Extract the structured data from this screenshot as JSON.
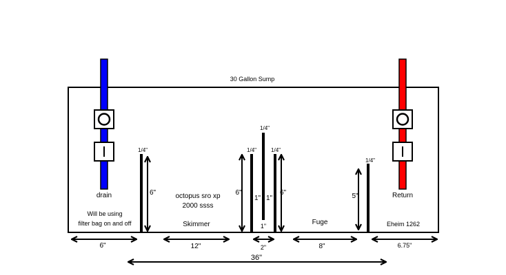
{
  "title": "30 Gallon Sump",
  "colors": {
    "drain_pipe": "#0000ff",
    "return_pipe": "#ff0000",
    "line": "#000000",
    "background": "#ffffff"
  },
  "pipes": {
    "drain": {
      "label": "drain",
      "valve_top_icon": "ball-valve-icon",
      "valve_bottom_icon": "gate-valve-icon"
    },
    "return": {
      "label": "Return",
      "valve_top_icon": "ball-valve-icon",
      "valve_bottom_icon": "gate-valve-icon"
    }
  },
  "notes": {
    "filter_bag_line1": "Will be using",
    "filter_bag_line2": "filter bag on and off",
    "skimmer_model_line1": "octopus sro xp",
    "skimmer_model_line2": "2000 ssss",
    "skimmer": "Skimmer",
    "fuge": "Fuge",
    "pump": "Eheim 1262"
  },
  "baffles": {
    "b1": {
      "thickness": "1/4\"",
      "gap": "6\""
    },
    "b2": {
      "thickness": "1/4\"",
      "gap": "6\"",
      "inner": "1\""
    },
    "b3": {
      "thickness": "1/4\"",
      "inner": "1\"",
      "bottom": "1\""
    },
    "b4": {
      "thickness": "1/4\"",
      "gap": "6\""
    },
    "b5": {
      "thickness": "1/4\"",
      "gap": "5\""
    }
  },
  "dimensions": {
    "d1": "6\"",
    "d2": "12\"",
    "d3": "2\"",
    "d4": "8\"",
    "d5": "6.75\"",
    "total": "36\""
  }
}
